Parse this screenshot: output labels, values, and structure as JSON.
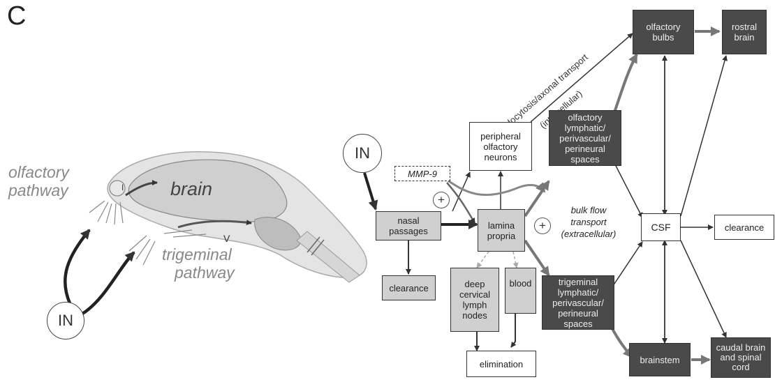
{
  "panel_label": "C",
  "anatomy": {
    "in_label": "IN",
    "olfactory_label_line1": "olfactory",
    "olfactory_label_line2": "pathway",
    "brain_label": "brain",
    "i_label": "I",
    "v_label": "V",
    "trigeminal_label_line1": "trigeminal",
    "trigeminal_label_line2": "pathway"
  },
  "flow": {
    "in_label": "IN",
    "mmp9": "MMP-9",
    "plus_sign": "+",
    "nasal_passages": "nasal passages",
    "lamina_propria": "lamina propria",
    "peripheral_olfactory_neurons": "peripheral olfactory neurons",
    "clearance_left": "clearance",
    "deep_cervical_lymph_nodes": "deep cervical lymph nodes",
    "blood": "blood",
    "elimination": "elimination",
    "olfactory_spaces": "olfactory lymphatic/ perivascular/ perineural spaces",
    "trigeminal_spaces": "trigeminal lymphatic/ perivascular/ perineural spaces",
    "olfactory_bulbs": "olfactory bulbs",
    "rostral_brain": "rostral brain",
    "csf": "CSF",
    "clearance_right": "clearance",
    "brainstem": "brainstem",
    "caudal_brain": "caudal brain and spinal cord",
    "endocytosis_label": "endocytosis/axonal transport",
    "intracellular_label": "(intracellular)",
    "bulk_flow_line1": "bulk flow",
    "bulk_flow_line2": "transport",
    "extracellular_label": "(extracellular)"
  }
}
